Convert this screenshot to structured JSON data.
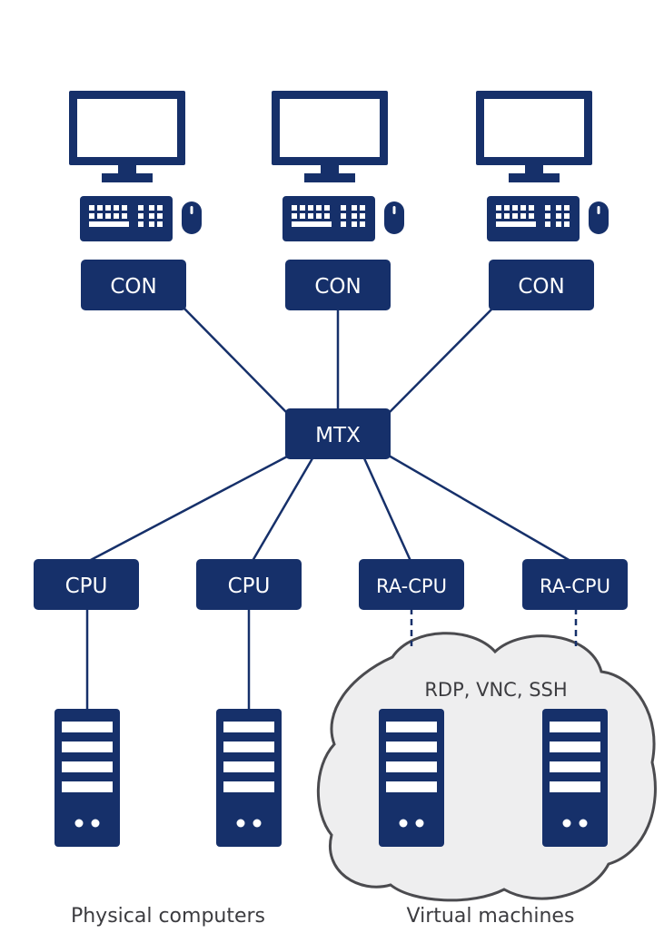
{
  "colors": {
    "navy": "#16306a",
    "cloud_fill": "#eeeeef",
    "cloud_stroke": "#4b4b4f",
    "label_text": "#3c3c40",
    "box_text": "#ffffff"
  },
  "consoles": [
    {
      "label": "CON",
      "icons": [
        "monitor-icon",
        "keyboard-icon",
        "mouse-icon"
      ]
    },
    {
      "label": "CON",
      "icons": [
        "monitor-icon",
        "keyboard-icon",
        "mouse-icon"
      ]
    },
    {
      "label": "CON",
      "icons": [
        "monitor-icon",
        "keyboard-icon",
        "mouse-icon"
      ]
    }
  ],
  "matrix": {
    "label": "MTX"
  },
  "cpus": [
    {
      "label": "CPU",
      "link": "solid"
    },
    {
      "label": "CPU",
      "link": "solid"
    },
    {
      "label": "RA-CPU",
      "link": "dashed"
    },
    {
      "label": "RA-CPU",
      "link": "dashed"
    }
  ],
  "servers": [
    {
      "icon": "server-tower-icon"
    },
    {
      "icon": "server-tower-icon"
    },
    {
      "icon": "server-tower-icon"
    },
    {
      "icon": "server-tower-icon"
    }
  ],
  "cloud": {
    "label": "RDP, VNC, SSH",
    "icon": "cloud-icon"
  },
  "captions": {
    "physical": "Physical computers",
    "virtual": "Virtual machines"
  }
}
